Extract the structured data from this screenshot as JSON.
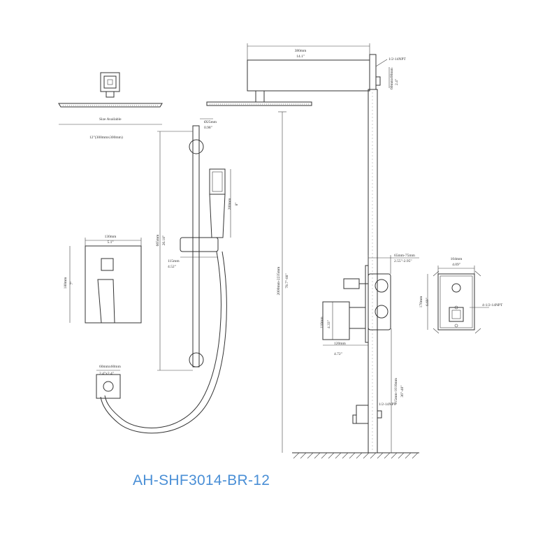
{
  "model_code": "AH-SHF3014-BR-12",
  "colors": {
    "line": "#333333",
    "model_text": "#4a8fd6",
    "background": "#ffffff"
  },
  "labels": {
    "size_available": "Size Available",
    "size_12": "12\"(300mmx300mm)",
    "arm_mm": "380mm",
    "arm_in": "14.1\"",
    "npt_top": "1/2-14NPT",
    "arm_h_mm": "60mmx60mm",
    "arm_h_in": "2.4\"",
    "dia_mm": "Ø25mm",
    "dia_in": "0.98\"",
    "slide_mm": "665mm",
    "slide_in": "26.18\"",
    "hand_mm": "200mm",
    "hand_in": "8\"",
    "bracket_mm": "115mm",
    "bracket_in": "4.52\"",
    "valve_w_mm": "130mm",
    "valve_w_in": "5.1\"",
    "valve_h_mm": "180mm",
    "valve_h_in": "7\"",
    "outlet_mm": "60mmx60mm",
    "outlet_in": "2.4\"x2.4\"",
    "height_mm": "2000mm-2235mm",
    "height_in": "78.7\"-88\"",
    "depth_mm": "65mm-75mm",
    "depth_in": "2.55\"-2.95\"",
    "trim_h_mm": "110mm",
    "trim_h_in": "4.33\"",
    "trim_d_mm": "120mm",
    "trim_d_in": "4.72\"",
    "box_w_mm": "104mm",
    "box_w_in": "4.09\"",
    "box_h_mm": "170mm",
    "box_h_in": "6.69\"",
    "npt_4": "4-1/2-14NPT",
    "low_mm": "915mm-1016mm",
    "low_in": "36\"-40\"",
    "npt_low": "1/2-14NPT"
  }
}
